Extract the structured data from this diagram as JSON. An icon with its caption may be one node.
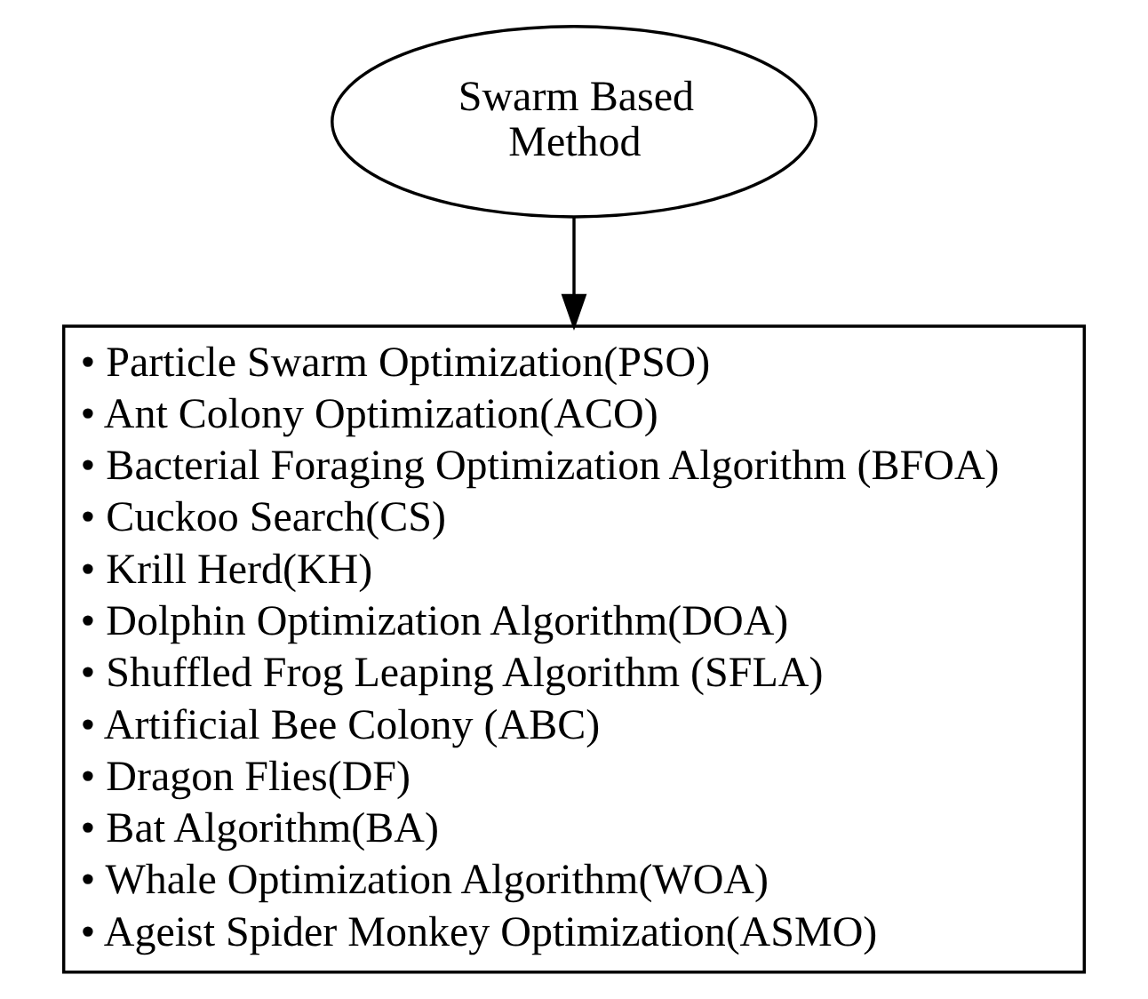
{
  "diagram": {
    "nodes": [
      {
        "text": [
          "Swarm Based Method"
        ]
      },
      {
        "text": [
          "• Particle Swarm Optimization(PSO)",
          "• Ant Colony Optimization(ACO)",
          "• Bacterial Foraging Optimization Algorithm (BFOA)",
          "• Cuckoo Search(CS)",
          "• Krill Herd(KH)",
          "• Dolphin Optimization Algorithm(DOA)",
          "• Shuffled Frog Leaping Algorithm (SFLA)",
          "• Artificial Bee Colony (ABC)",
          "• Dragon Flies(DF)",
          "• Bat Algorithm(BA)",
          "• Whale Optimization Algorithm(WOA)",
          "• Ageist Spider Monkey Optimization(ASMO)"
        ]
      }
    ],
    "edges": [
      {
        "from": 0,
        "to": 1,
        "arrow": "to"
      }
    ]
  }
}
